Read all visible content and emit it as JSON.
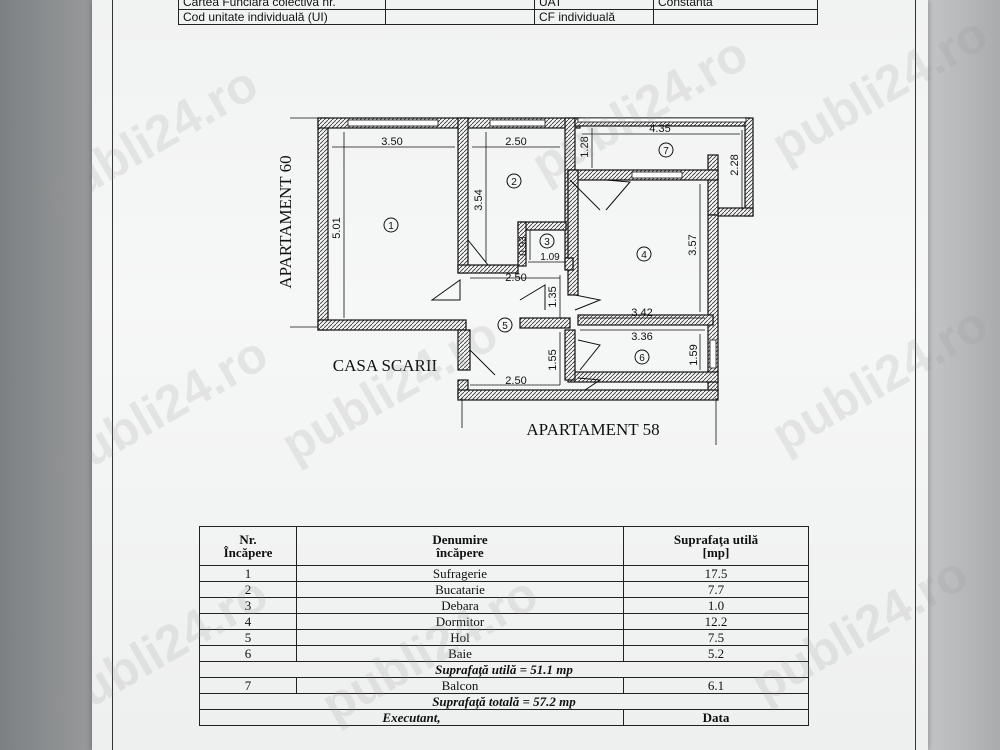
{
  "top_table": {
    "row1": {
      "label_left": "Cartea Funciară colectivă nr.",
      "value_left": "",
      "label_right": "UAT",
      "value_right": "Constanta"
    },
    "row2": {
      "label_left": "Cod unitate individuală (UI)",
      "value_left": "",
      "label_right": "CF individuală",
      "value_right": ""
    }
  },
  "plan": {
    "neighbor_left": "APARTAMENT 60",
    "neighbor_bottom": "APARTAMENT 58",
    "stairwell": "CASA SCARII",
    "rooms": [
      "1",
      "2",
      "3",
      "4",
      "5",
      "6",
      "7"
    ],
    "dimensions": {
      "r1_width": "3.50",
      "r1_height": "5.01",
      "r2_width": "2.50",
      "r2_height": "3.54",
      "r3_height": "0.93",
      "r3_width": "1.09",
      "r7_width": "4.35",
      "r7_side": "1.28",
      "r7_height": "2.28",
      "r4_height": "3.57",
      "r4_width": "3.42",
      "r5_width_top": "2.50",
      "r5_gap": "1.35",
      "r5_depth": "1.55",
      "r5_width_bottom": "2.50",
      "r6_width": "3.36",
      "r6_height": "1.59"
    }
  },
  "area_table": {
    "headers": {
      "nr": "Nr.\nÎncăpere",
      "name": "Denumire\nîncăpere",
      "area": "Suprafaţa utilă\n[mp]"
    },
    "rows": [
      {
        "nr": "1",
        "name": "Sufragerie",
        "area": "17.5"
      },
      {
        "nr": "2",
        "name": "Bucatarie",
        "area": "7.7"
      },
      {
        "nr": "3",
        "name": "Debara",
        "area": "1.0"
      },
      {
        "nr": "4",
        "name": "Dormitor",
        "area": "12.2"
      },
      {
        "nr": "5",
        "name": "Hol",
        "area": "7.5"
      },
      {
        "nr": "6",
        "name": "Baie",
        "area": "5.2"
      }
    ],
    "useful_total": "Suprafaţă utilă = 51.1 mp",
    "balcony": {
      "nr": "7",
      "name": "Balcon",
      "area": "6.1"
    },
    "grand_total": "Suprafaţă totală = 57.2 mp",
    "footer": {
      "executant": "Executant,",
      "data": "Data"
    }
  },
  "watermark": "publi24.ro"
}
